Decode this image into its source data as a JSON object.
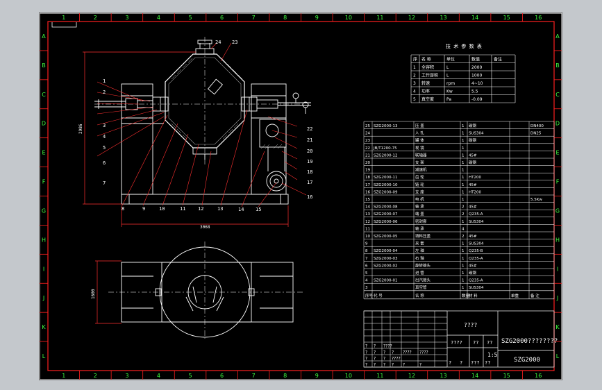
{
  "sheet": {
    "col_labels": [
      "1",
      "2",
      "3",
      "4",
      "5",
      "6",
      "7",
      "8",
      "9",
      "10",
      "11",
      "12",
      "13",
      "14",
      "15",
      "16"
    ],
    "row_labels": [
      "A",
      "B",
      "C",
      "D",
      "E",
      "F",
      "G",
      "H",
      "I",
      "J",
      "K",
      "L"
    ]
  },
  "drawing": {
    "callouts_top": [
      "24",
      "23"
    ],
    "callouts_left": [
      "1",
      "2",
      "3",
      "4",
      "5",
      "6",
      "7"
    ],
    "callouts_bottom": [
      "8",
      "9",
      "10",
      "11",
      "12",
      "13",
      "14",
      "15"
    ],
    "callouts_right": [
      "22",
      "21",
      "20",
      "19",
      "18",
      "17",
      "16"
    ],
    "dim_height": "2986",
    "dim_width": "3068",
    "dim_plan": "1600"
  },
  "spec_table": {
    "title": "技 术 参 数 表",
    "header": [
      "序",
      "名 称",
      "单位",
      "数值",
      "备注"
    ],
    "rows": [
      [
        "1",
        "全容积",
        "L",
        "2000",
        ""
      ],
      [
        "2",
        "工作容积",
        "L",
        "1000",
        ""
      ],
      [
        "3",
        "转速",
        "rpm",
        "4~10",
        ""
      ],
      [
        "4",
        "功率",
        "Kw",
        "5.5",
        ""
      ],
      [
        "5",
        "真空度",
        "Pa",
        "-0.09",
        ""
      ]
    ]
  },
  "parts_list": {
    "rows": [
      [
        "25",
        "SZG2000-13",
        "压 盖",
        "1",
        "碳钢",
        "",
        "DN400"
      ],
      [
        "24",
        "",
        "人 孔",
        "1",
        "SUS304",
        "",
        "DN25"
      ],
      [
        "23",
        "",
        "罐 体",
        "1",
        "碳钢",
        "",
        ""
      ],
      [
        "22",
        "JB/T1200-75",
        "视 镜",
        "1",
        "",
        "",
        ""
      ],
      [
        "21",
        "SZG2000-12",
        "联轴器",
        "1",
        "45#",
        "",
        ""
      ],
      [
        "20",
        "",
        "支 架",
        "1",
        "碳钢",
        "",
        ""
      ],
      [
        "19",
        "",
        "减速机",
        "1",
        "",
        "",
        ""
      ],
      [
        "18",
        "SZG2000-11",
        "齿 轮",
        "1",
        "HT200",
        "",
        ""
      ],
      [
        "17",
        "SZG2000-10",
        "链 轮",
        "1",
        "45#",
        "",
        ""
      ],
      [
        "16",
        "SZG2000-09",
        "支 座",
        "1",
        "HT200",
        "",
        ""
      ],
      [
        "15",
        "",
        "电 机",
        "1",
        "",
        "",
        "5.5Kw"
      ],
      [
        "14",
        "SZG2000-08",
        "轴 承",
        "2",
        "45#",
        "",
        ""
      ],
      [
        "13",
        "SZG2000-07",
        "端 盖",
        "2",
        "Q235-A",
        "",
        ""
      ],
      [
        "12",
        "SZG2000-06",
        "密封套",
        "1",
        "SUS304",
        "",
        ""
      ],
      [
        "11",
        "",
        "轴 承",
        "4",
        "",
        "",
        ""
      ],
      [
        "10",
        "SZG2000-05",
        "填料压盖",
        "2",
        "45#",
        "",
        ""
      ],
      [
        "9",
        "",
        "夹 套",
        "1",
        "SUS304",
        "",
        ""
      ],
      [
        "8",
        "SZG2000-04",
        "左 轴",
        "1",
        "Q235-B",
        "",
        ""
      ],
      [
        "7",
        "SZG2000-03",
        "右 轴",
        "1",
        "Q235-A",
        "",
        ""
      ],
      [
        "6",
        "SZG2000-02",
        "旋转接头",
        "1",
        "45#",
        "",
        ""
      ],
      [
        "5",
        "",
        "进 管",
        "1",
        "碳钢",
        "",
        ""
      ],
      [
        "4",
        "SZG2000-01",
        "出汽接头",
        "1",
        "Q235-A",
        "",
        ""
      ],
      [
        "3",
        "",
        "真空管",
        "1",
        "SUS304",
        "",
        ""
      ]
    ],
    "header": [
      "序号",
      "代 号",
      "名 称",
      "数量",
      "材 料",
      "单重",
      "备 注"
    ]
  },
  "title_block": {
    "left_rows": [
      [
        "?",
        "?",
        "????",
        "",
        "",
        ""
      ],
      [
        "?",
        "?",
        "?",
        "?",
        "????",
        "????"
      ],
      [
        "?",
        "?",
        "?",
        "????",
        "",
        ""
      ],
      [
        "?",
        "?",
        "?",
        "?",
        "?",
        "?"
      ]
    ],
    "field_a": "????",
    "field_b": "????",
    "field_c": "??",
    "field_d": "??",
    "field_e": "?",
    "field_f": "?",
    "field_g": "???",
    "field_h": "??",
    "scale": "1:5",
    "drawing_title": "SZG2000????????",
    "drawing_number": "SZG2000"
  }
}
